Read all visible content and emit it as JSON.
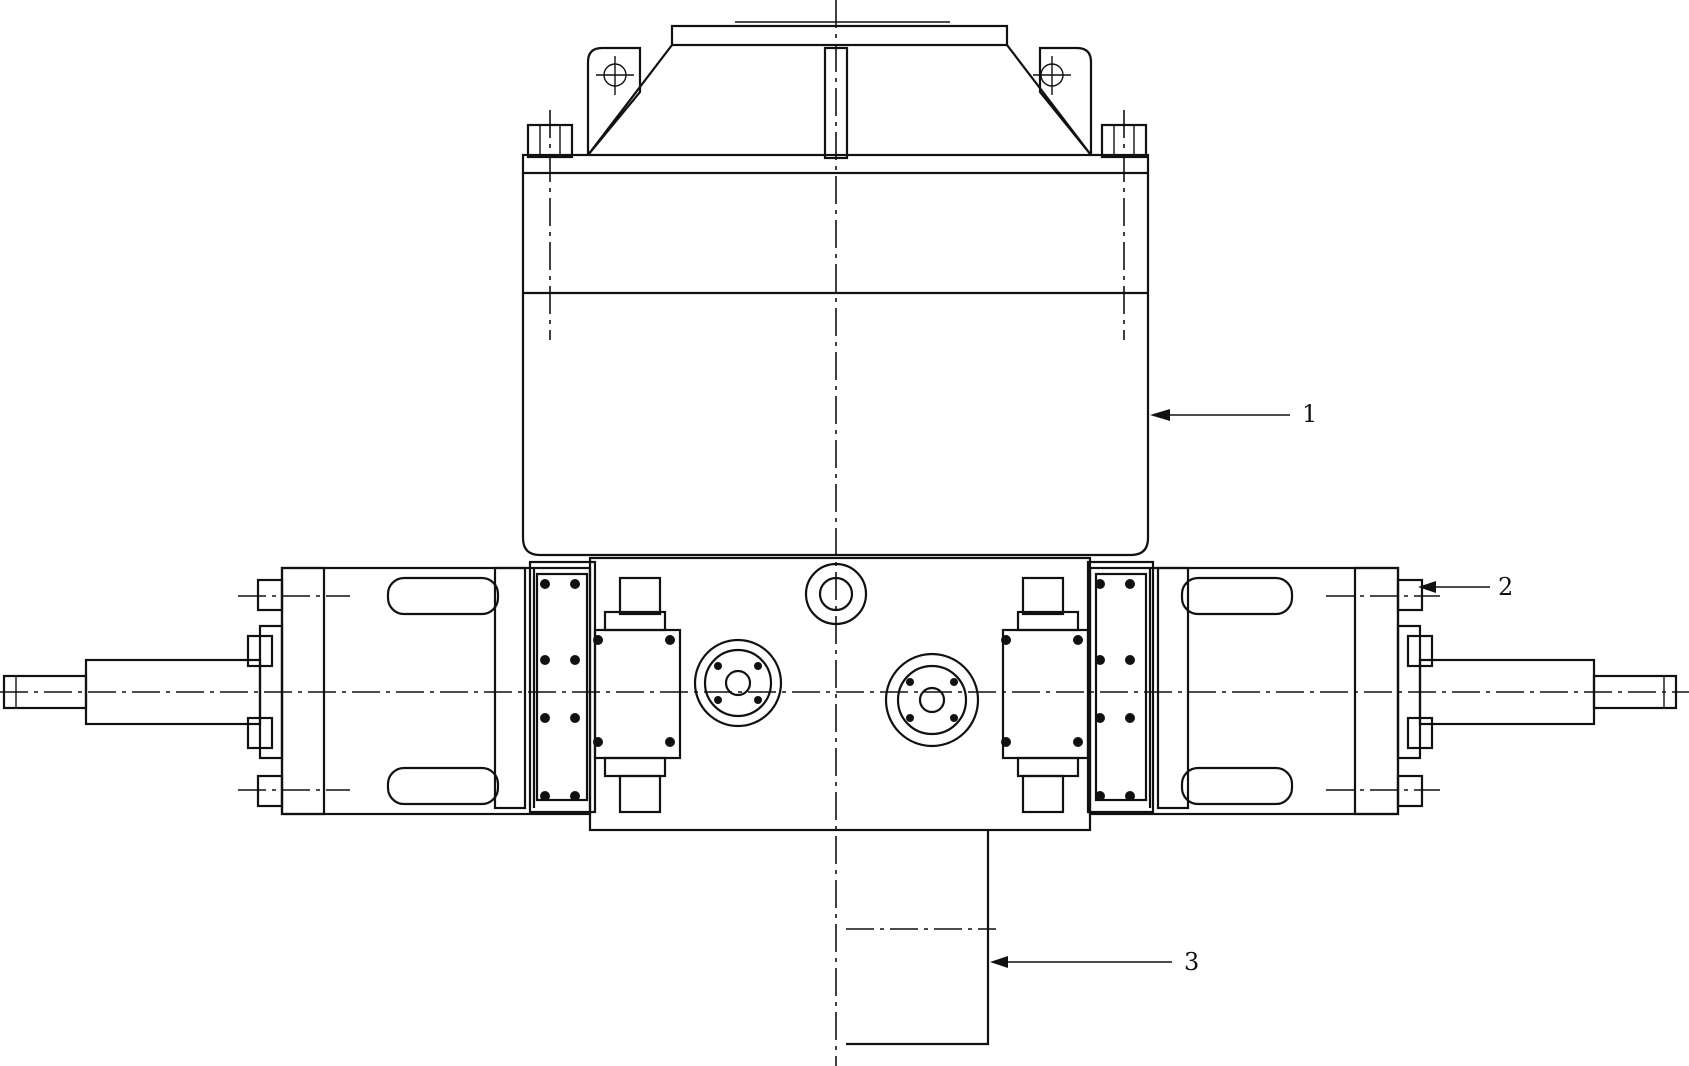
{
  "figure": {
    "callouts": [
      {
        "id": "part-1",
        "label": "1"
      },
      {
        "id": "part-2",
        "label": "2"
      },
      {
        "id": "part-3",
        "label": "3"
      }
    ]
  },
  "colors": {
    "line": "#111111",
    "background": "#ffffff"
  }
}
